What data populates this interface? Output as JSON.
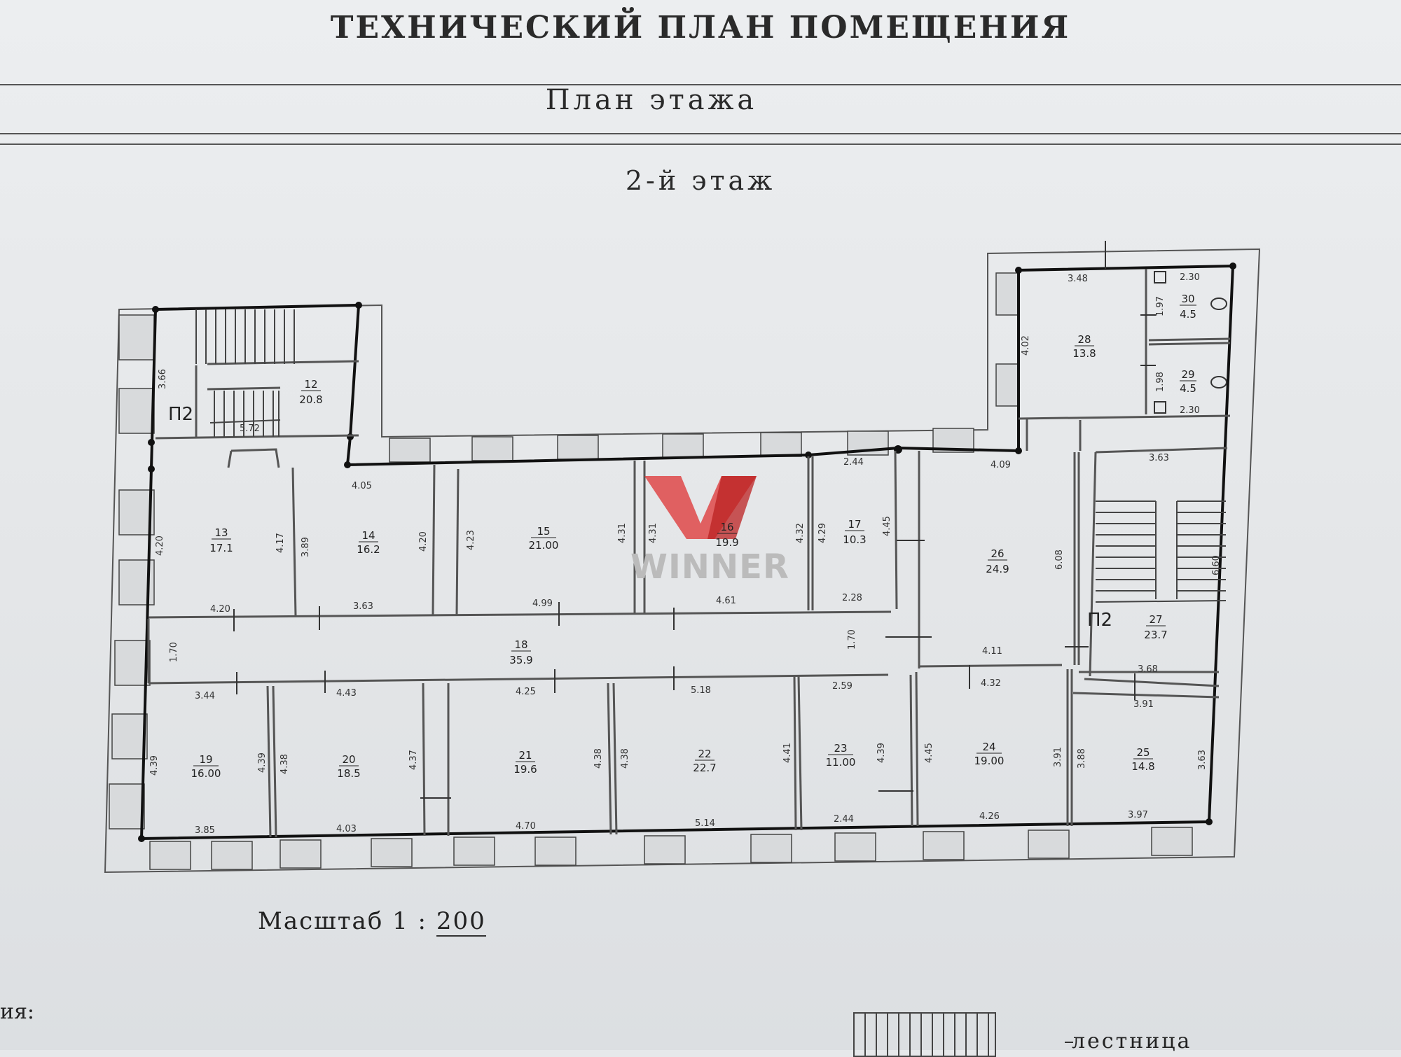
{
  "header": {
    "title": "ТЕХНИЧЕСКИЙ ПЛАН ПОМЕЩЕНИЯ",
    "subtitle": "План этажа",
    "floor": "2-й этаж"
  },
  "scale": {
    "prefix": "Масштаб 1 :",
    "denominator": "200"
  },
  "legend": {
    "cut_text": "ия:",
    "stair_label": "лестница"
  },
  "watermark": {
    "text": "WINNER"
  },
  "stair_marks": [
    "П2",
    "П2"
  ],
  "rooms": [
    {
      "no": "12",
      "area": "20.8"
    },
    {
      "no": "13",
      "area": "17.1"
    },
    {
      "no": "14",
      "area": "16.2"
    },
    {
      "no": "15",
      "area": "21.00"
    },
    {
      "no": "16",
      "area": "19.9"
    },
    {
      "no": "17",
      "area": "10.3"
    },
    {
      "no": "18",
      "area": "35.9"
    },
    {
      "no": "19",
      "area": "16.00"
    },
    {
      "no": "20",
      "area": "18.5"
    },
    {
      "no": "21",
      "area": "19.6"
    },
    {
      "no": "22",
      "area": "22.7"
    },
    {
      "no": "23",
      "area": "11.00"
    },
    {
      "no": "24",
      "area": "19.00"
    },
    {
      "no": "25",
      "area": "14.8"
    },
    {
      "no": "26",
      "area": "24.9"
    },
    {
      "no": "27",
      "area": "23.7"
    },
    {
      "no": "28",
      "area": "13.8"
    },
    {
      "no": "29",
      "area": "4.5"
    },
    {
      "no": "30",
      "area": "4.5"
    }
  ],
  "dimensions": [
    "3.66",
    "5.72",
    "4.05",
    "4.20",
    "4.17",
    "3.89",
    "4.20",
    "4.23",
    "4.31",
    "4.31",
    "4.32",
    "4.29",
    "4.45",
    "2.44",
    "4.20",
    "3.63",
    "4.99",
    "4.61",
    "2.28",
    "1.70",
    "1.70",
    "3.44",
    "4.43",
    "4.25",
    "5.18",
    "2.59",
    "4.39",
    "4.39",
    "4.38",
    "4.37",
    "4.38",
    "4.38",
    "4.41",
    "4.39",
    "4.45",
    "3.91",
    "3.88",
    "3.63",
    "3.85",
    "4.03",
    "4.70",
    "5.14",
    "2.44",
    "4.26",
    "3.97",
    "3.48",
    "2.30",
    "1.97",
    "4.02",
    "1.98",
    "2.30",
    "4.09",
    "6.08",
    "3.63",
    "6.60",
    "4.11",
    "4.32",
    "3.68",
    "3.91"
  ]
}
